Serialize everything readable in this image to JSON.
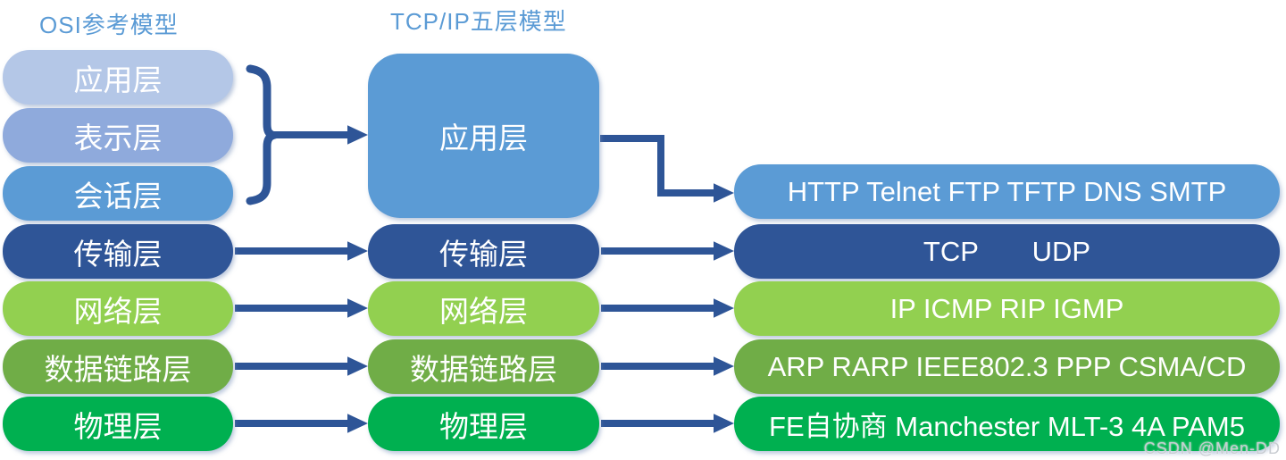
{
  "titles": {
    "osi": "OSI参考模型",
    "tcpip": "TCP/IP五层模型"
  },
  "colors": {
    "title": "#5B9BD5",
    "arrow": "#2E5597",
    "label_text": "#FFFFFF"
  },
  "osi": {
    "layers": [
      {
        "label": "应用层",
        "color": "#B4C7E7"
      },
      {
        "label": "表示层",
        "color": "#8FAADC"
      },
      {
        "label": "会话层",
        "color": "#5B9BD5"
      },
      {
        "label": "传输层",
        "color": "#2F5597"
      },
      {
        "label": "网络层",
        "color": "#92D050"
      },
      {
        "label": "数据链路层",
        "color": "#70AD47"
      },
      {
        "label": "物理层",
        "color": "#00B050"
      }
    ]
  },
  "tcpip": {
    "layers": [
      {
        "label": "应用层",
        "color": "#5B9BD5"
      },
      {
        "label": "传输层",
        "color": "#2F5597"
      },
      {
        "label": "网络层",
        "color": "#92D050"
      },
      {
        "label": "数据链路层",
        "color": "#70AD47"
      },
      {
        "label": "物理层",
        "color": "#00B050"
      }
    ]
  },
  "protocols": {
    "rows": [
      {
        "label": "HTTP Telnet FTP TFTP DNS SMTP",
        "color": "#5B9BD5"
      },
      {
        "label": "TCP       UDP",
        "color": "#2F5597"
      },
      {
        "label": "IP ICMP RIP IGMP",
        "color": "#92D050"
      },
      {
        "label": "ARP RARP IEEE802.3 PPP CSMA/CD",
        "color": "#70AD47"
      },
      {
        "label": "FE自协商 Manchester MLT-3 4A PAM5",
        "color": "#00B050"
      }
    ]
  },
  "watermark": {
    "text": "CSDN @Men-DD"
  }
}
